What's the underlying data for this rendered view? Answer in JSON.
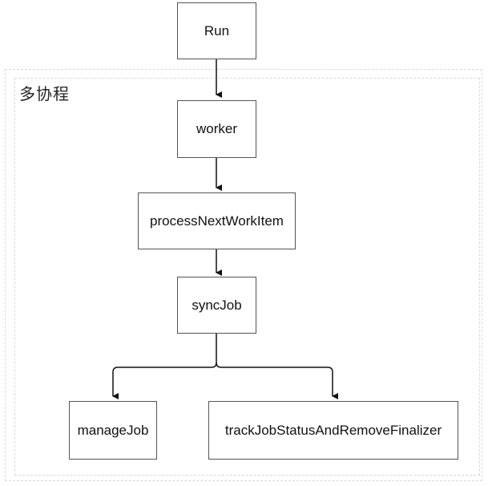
{
  "group": {
    "label": "多协程"
  },
  "nodes": {
    "run": "Run",
    "worker": "worker",
    "process": "processNextWorkItem",
    "sync": "syncJob",
    "manage": "manageJob",
    "track": "trackJobStatusAndRemoveFinalizer"
  },
  "edges": [
    {
      "from": "Run",
      "to": "worker"
    },
    {
      "from": "worker",
      "to": "processNextWorkItem"
    },
    {
      "from": "processNextWorkItem",
      "to": "syncJob"
    },
    {
      "from": "syncJob",
      "to": "manageJob"
    },
    {
      "from": "syncJob",
      "to": "trackJobStatusAndRemoveFinalizer"
    }
  ]
}
